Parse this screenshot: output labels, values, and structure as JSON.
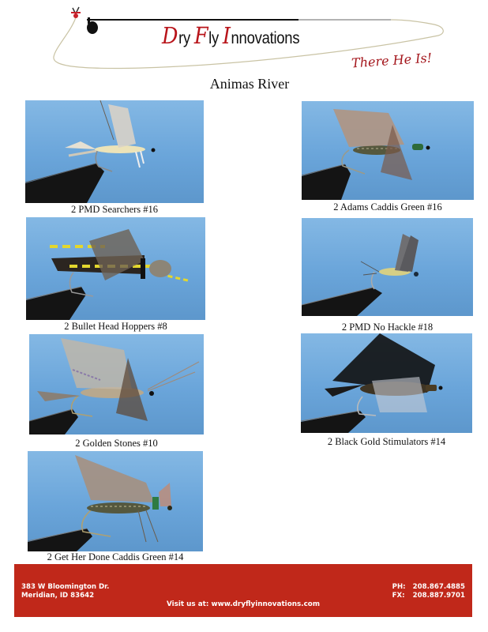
{
  "header": {
    "brand_caps": [
      "D",
      "F",
      "I"
    ],
    "brand_parts": [
      "ry ",
      "ly ",
      "nnovations"
    ],
    "brand_name": "Dry Fly Innovations",
    "tagline": "There He Is!"
  },
  "page": {
    "title": "Animas River"
  },
  "flies": [
    {
      "caption": "2 PMD Searchers #16",
      "column": "left"
    },
    {
      "caption": "2 Adams Caddis Green #16",
      "column": "right"
    },
    {
      "caption": "2 Bullet Head Hoppers #8",
      "column": "left"
    },
    {
      "caption": "2 PMD No Hackle #18",
      "column": "right"
    },
    {
      "caption": "2 Golden Stones #10",
      "column": "left"
    },
    {
      "caption": "2 Black Gold Stimulators #14",
      "column": "right"
    },
    {
      "caption": "2 Get Her Done Caddis Green #14",
      "column": "left"
    }
  ],
  "footer": {
    "address_line1": "383 W Bloomington Dr.",
    "address_line2": "Meridian, ID 83642",
    "phone_label": "PH:",
    "phone": "208.867.4885",
    "fax_label": "FX:",
    "fax": "208.887.9701",
    "visit": "Visit us at: www.dryflyinnovations.com"
  },
  "colors": {
    "accent_red": "#c0281a",
    "brand_red": "#b8141a",
    "photo_blue": "#6aa5da"
  }
}
